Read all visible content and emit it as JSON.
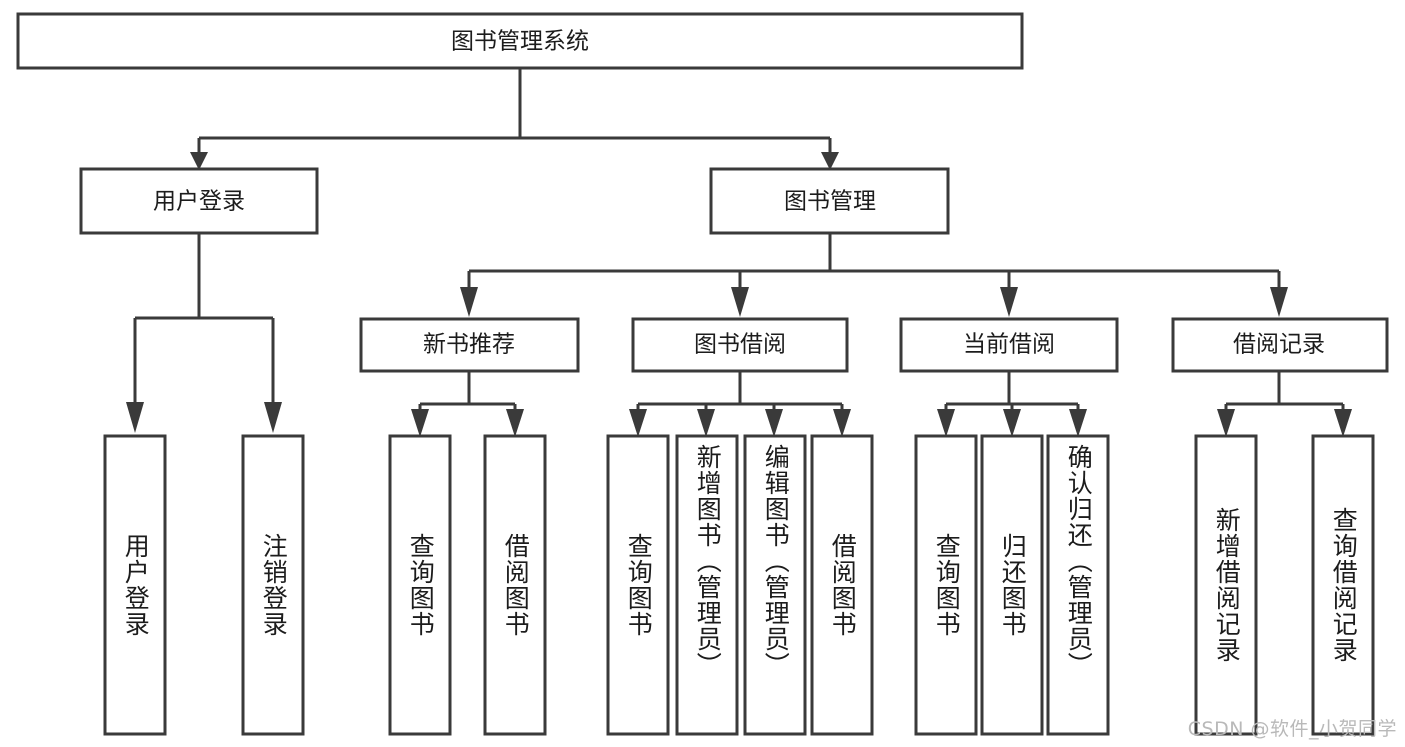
{
  "diagram": {
    "type": "hierarchy-tree",
    "title": "图书管理系统",
    "colors": {
      "stroke": "#3a3a3a",
      "fill": "#ffffff",
      "text": "#1c1c1c",
      "watermark": "#b9b9b9",
      "background": "#ffffff"
    },
    "root": {
      "label": "图书管理系统"
    },
    "level2": [
      {
        "label": "用户登录"
      },
      {
        "label": "图书管理"
      }
    ],
    "level3": [
      {
        "label": "新书推荐"
      },
      {
        "label": "图书借阅"
      },
      {
        "label": "当前借阅"
      },
      {
        "label": "借阅记录"
      }
    ],
    "leaves": {
      "user_login": [
        {
          "label": "用户登录"
        },
        {
          "label": "注销登录"
        }
      ],
      "new_book_recommend": [
        {
          "label": "查询图书"
        },
        {
          "label": "借阅图书"
        }
      ],
      "book_borrow": [
        {
          "label": "查询图书"
        },
        {
          "label": "新增图书（管理员）"
        },
        {
          "label": "编辑图书（管理员）"
        },
        {
          "label": "借阅图书"
        }
      ],
      "current_borrow": [
        {
          "label": "查询图书"
        },
        {
          "label": "归还图书"
        },
        {
          "label": "确认归还（管理员）"
        }
      ],
      "borrow_record": [
        {
          "label": "新增借阅记录"
        },
        {
          "label": "查询借阅记录"
        }
      ]
    }
  },
  "watermark": {
    "text": "CSDN @软件_小贺同学"
  }
}
